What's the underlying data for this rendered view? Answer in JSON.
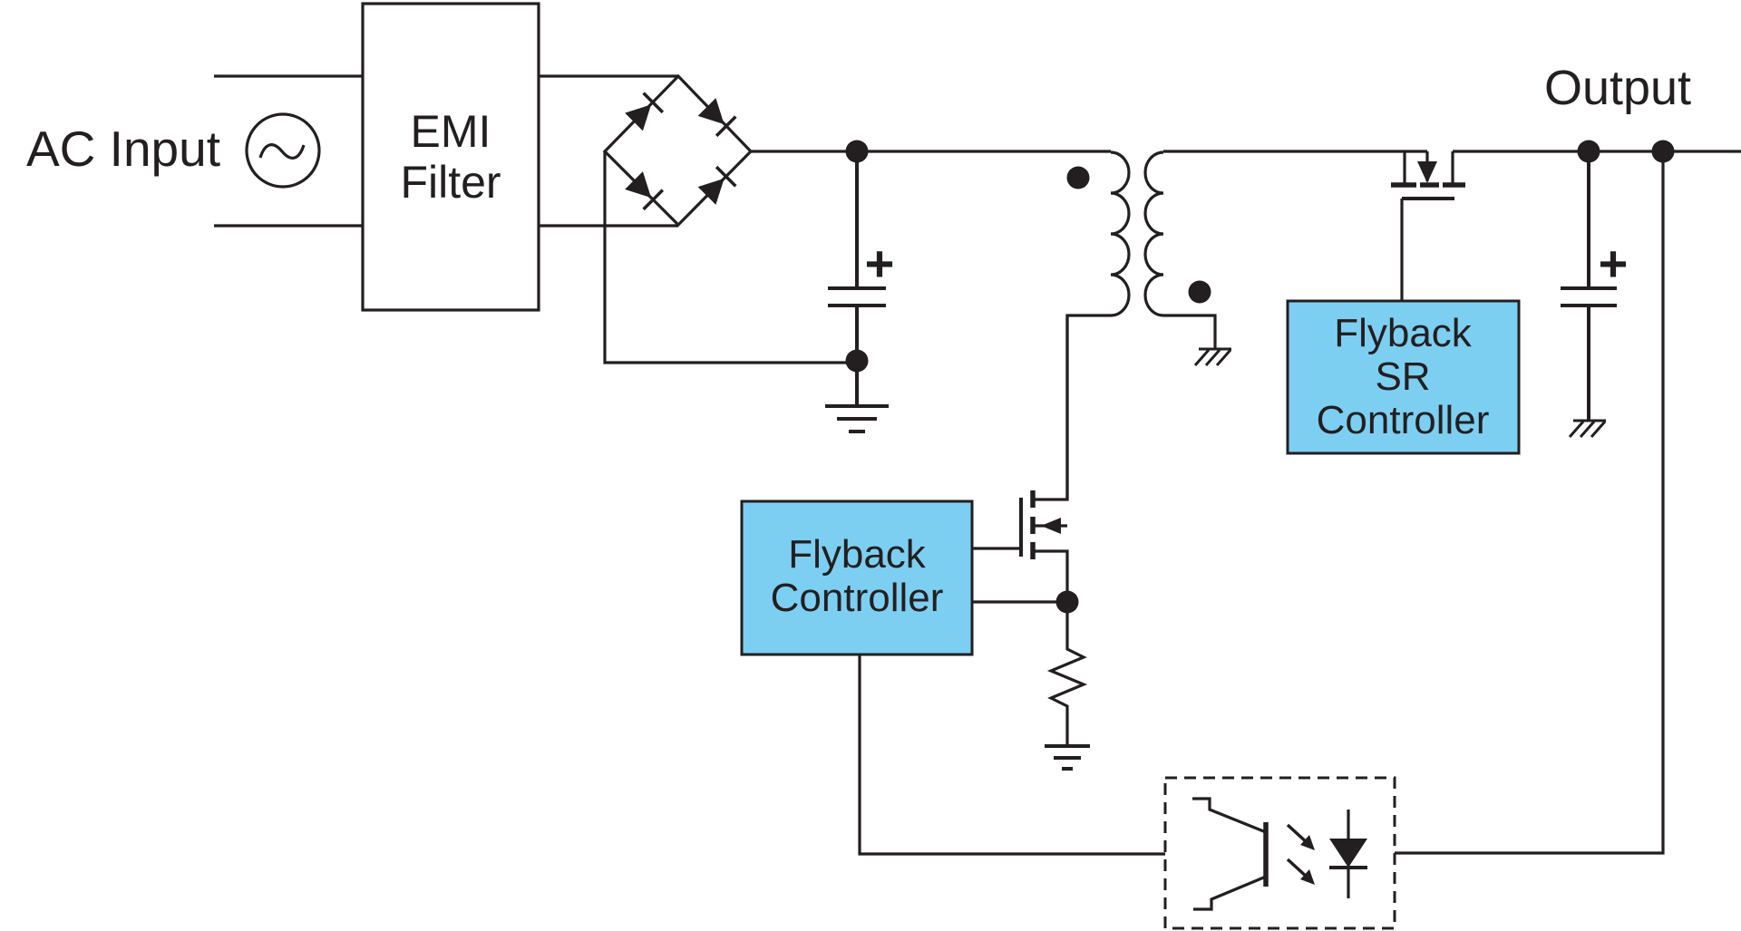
{
  "diagram": {
    "type": "circuit-schematic",
    "description": "Flyback power supply block diagram with EMI filter, bridge rectifier, transformer, flyback controller, synchronous-rectifier controller and optocoupler feedback",
    "colors": {
      "line": "#231f20",
      "box_fill": "#7dcff2",
      "box_stroke": "#231f20",
      "background": "#ffffff"
    },
    "labels": {
      "ac_input": "AC Input",
      "output": "Output",
      "plus": "+"
    },
    "blocks": {
      "emi_filter": {
        "lines": [
          "EMI",
          "Filter"
        ]
      },
      "flyback_controller": {
        "lines": [
          "Flyback",
          "Controller"
        ]
      },
      "flyback_sr_controller": {
        "lines": [
          "Flyback",
          "SR",
          "Controller"
        ]
      }
    },
    "symbols": [
      "ac-source",
      "emi-filter",
      "bridge-rectifier",
      "bulk-capacitor",
      "transformer",
      "primary-mosfet",
      "current-sense-resistor",
      "flyback-controller",
      "sr-mosfet",
      "flyback-sr-controller",
      "output-capacitor",
      "optocoupler",
      "ground"
    ]
  }
}
